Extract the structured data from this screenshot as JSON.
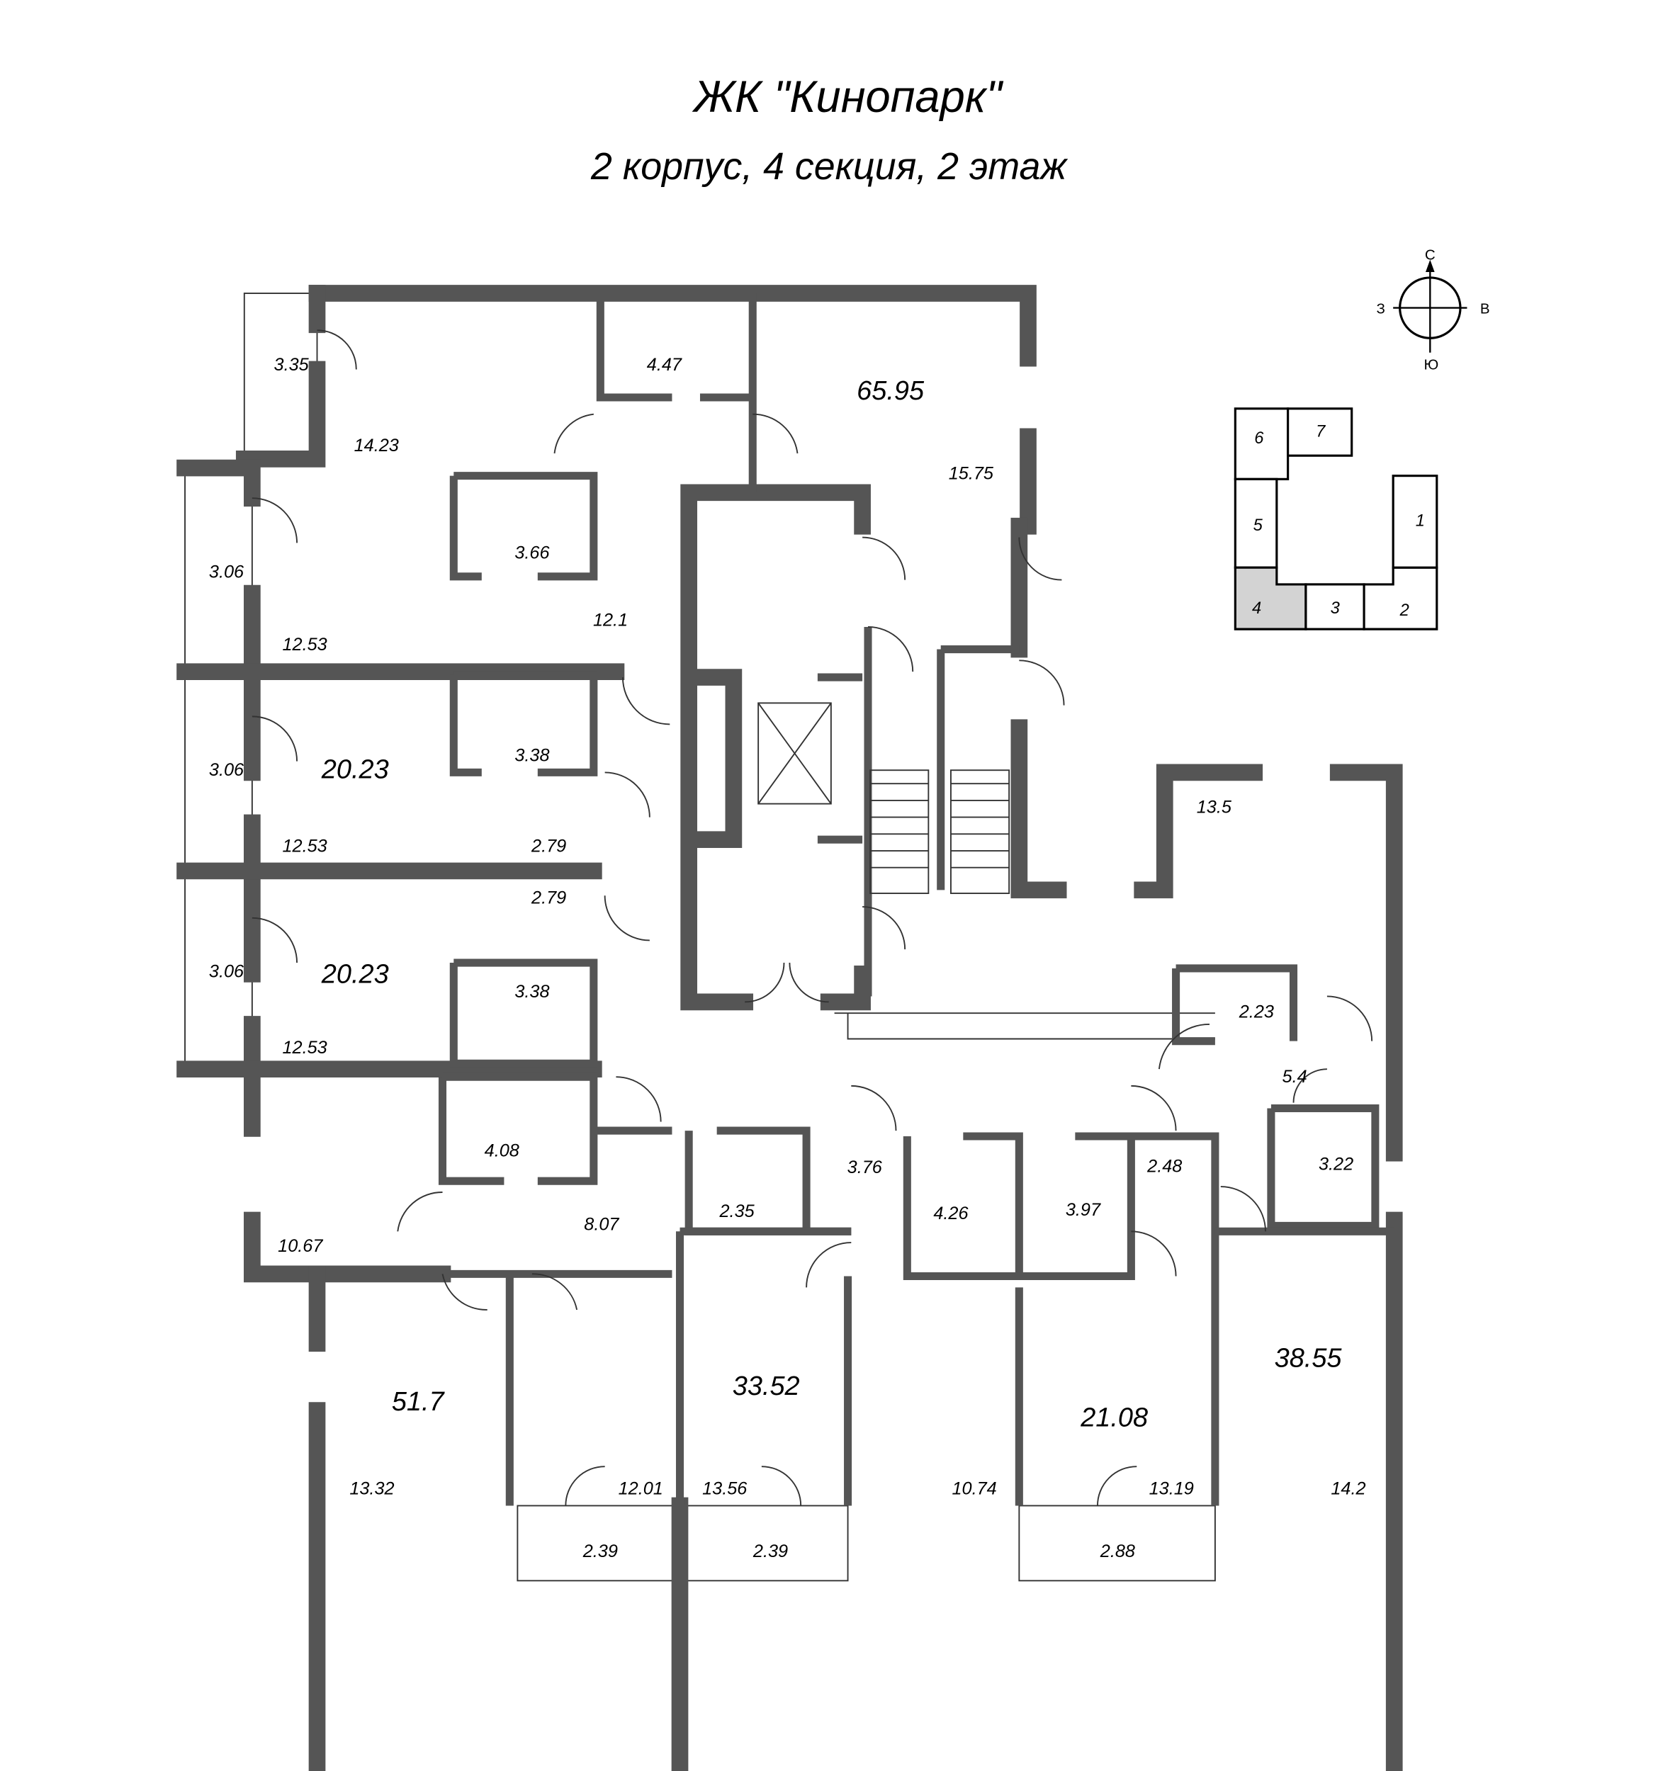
{
  "header": {
    "title": "ЖК \"Кинопарк\"",
    "subtitle": "2 корпус, 4 секция, 2 этаж"
  },
  "compass": {
    "north": "С",
    "west": "З",
    "east": "В",
    "south": "Ю"
  },
  "key_plan": {
    "sections": [
      "1",
      "2",
      "3",
      "4",
      "5",
      "6",
      "7"
    ],
    "current_section": "4",
    "highlight_color": "#d3d3d3"
  },
  "apartments": {
    "a1": {
      "total": "65.95",
      "rooms": [
        "3.35",
        "14.23",
        "4.47",
        "15.75",
        "12.1",
        "3.06",
        "3.66",
        "12.53"
      ]
    },
    "a2": {
      "total": "20.23",
      "rooms": [
        "3.06",
        "3.38",
        "12.53",
        "2.79"
      ]
    },
    "a3": {
      "total": "20.23",
      "rooms": [
        "2.79",
        "3.06",
        "3.38",
        "12.53"
      ]
    },
    "a4": {
      "total": "51.7",
      "rooms": [
        "4.08",
        "10.67",
        "8.07",
        "2.35",
        "13.32",
        "12.01",
        "2.39"
      ]
    },
    "a5": {
      "total": "33.52",
      "rooms": [
        "3.76",
        "4.26",
        "13.56",
        "10.74",
        "2.39"
      ]
    },
    "a6": {
      "total": "21.08",
      "rooms": [
        "3.97",
        "2.48",
        "13.19",
        "2.88"
      ]
    },
    "a7": {
      "total": "38.55",
      "rooms": [
        "13.5",
        "2.23",
        "5.4",
        "3.22",
        "14.2"
      ]
    }
  },
  "colors": {
    "wall": "#555555"
  }
}
